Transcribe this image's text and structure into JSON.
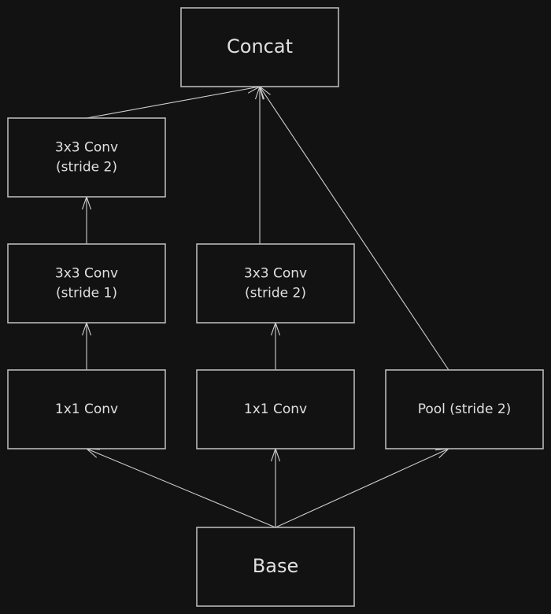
{
  "diagram": {
    "nodes": [
      {
        "id": "concat",
        "lines": [
          "Concat"
        ],
        "size": "large"
      },
      {
        "id": "conv3x3-s2-left",
        "lines": [
          "3x3 Conv",
          "(stride 2)"
        ],
        "size": "small"
      },
      {
        "id": "conv3x3-s1-left",
        "lines": [
          "3x3 Conv",
          "(stride 1)"
        ],
        "size": "small"
      },
      {
        "id": "conv3x3-s2-mid",
        "lines": [
          "3x3 Conv",
          "(stride 2)"
        ],
        "size": "small"
      },
      {
        "id": "conv1x1-left",
        "lines": [
          "1x1 Conv"
        ],
        "size": "small"
      },
      {
        "id": "conv1x1-mid",
        "lines": [
          "1x1 Conv"
        ],
        "size": "small"
      },
      {
        "id": "pool",
        "lines": [
          "Pool (stride 2)"
        ],
        "size": "small"
      },
      {
        "id": "base",
        "lines": [
          "Base"
        ],
        "size": "large"
      }
    ],
    "edges": [
      {
        "from": "base",
        "to": "conv1x1-left"
      },
      {
        "from": "base",
        "to": "conv1x1-mid"
      },
      {
        "from": "base",
        "to": "pool"
      },
      {
        "from": "conv1x1-left",
        "to": "conv3x3-s1-left"
      },
      {
        "from": "conv3x3-s1-left",
        "to": "conv3x3-s2-left"
      },
      {
        "from": "conv3x3-s2-left",
        "to": "concat"
      },
      {
        "from": "conv1x1-mid",
        "to": "conv3x3-s2-mid"
      },
      {
        "from": "conv3x3-s2-mid",
        "to": "concat"
      },
      {
        "from": "pool",
        "to": "concat"
      }
    ]
  }
}
